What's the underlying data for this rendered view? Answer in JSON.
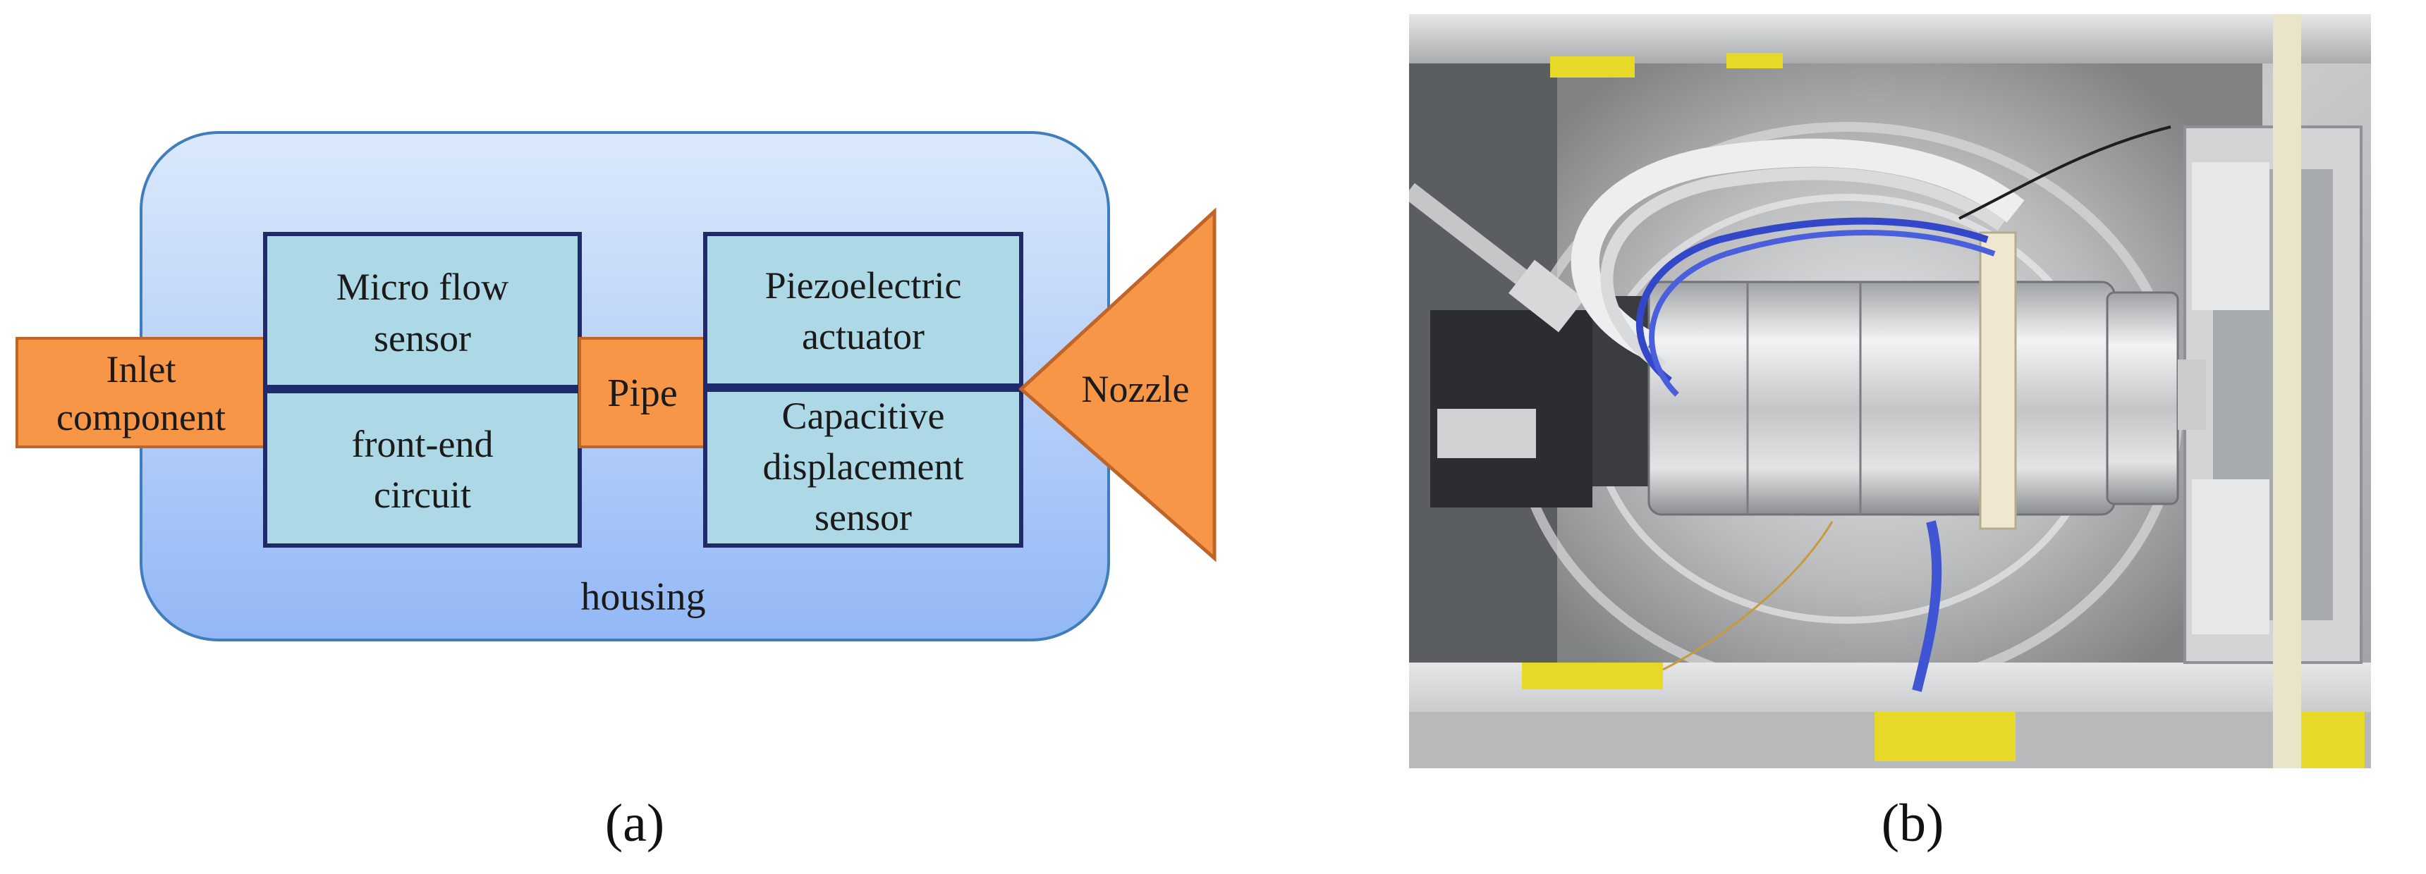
{
  "diagram": {
    "housing": "housing",
    "inlet": [
      "Inlet",
      "component"
    ],
    "micro_flow": [
      "Micro flow",
      "sensor"
    ],
    "front_end": [
      "front-end",
      "circuit"
    ],
    "pipe": "Pipe",
    "piezo": [
      "Piezoelectric",
      "actuator"
    ],
    "capacitive": [
      "Capacitive",
      "displacement",
      "sensor"
    ],
    "nozzle": "Nozzle"
  },
  "captions": {
    "a": "(a)",
    "b": "(b)"
  },
  "colors": {
    "housing_top": "#dbe9fb",
    "housing_bottom": "#93b8f6",
    "housing_stroke": "#3f7dbd",
    "box_fill": "#add8e6",
    "box_stroke": "#1f2a6b",
    "orange_fill": "#f79646",
    "orange_stroke": "#c0652a"
  },
  "photo": {
    "icon": "photo-instrument-assembly"
  }
}
